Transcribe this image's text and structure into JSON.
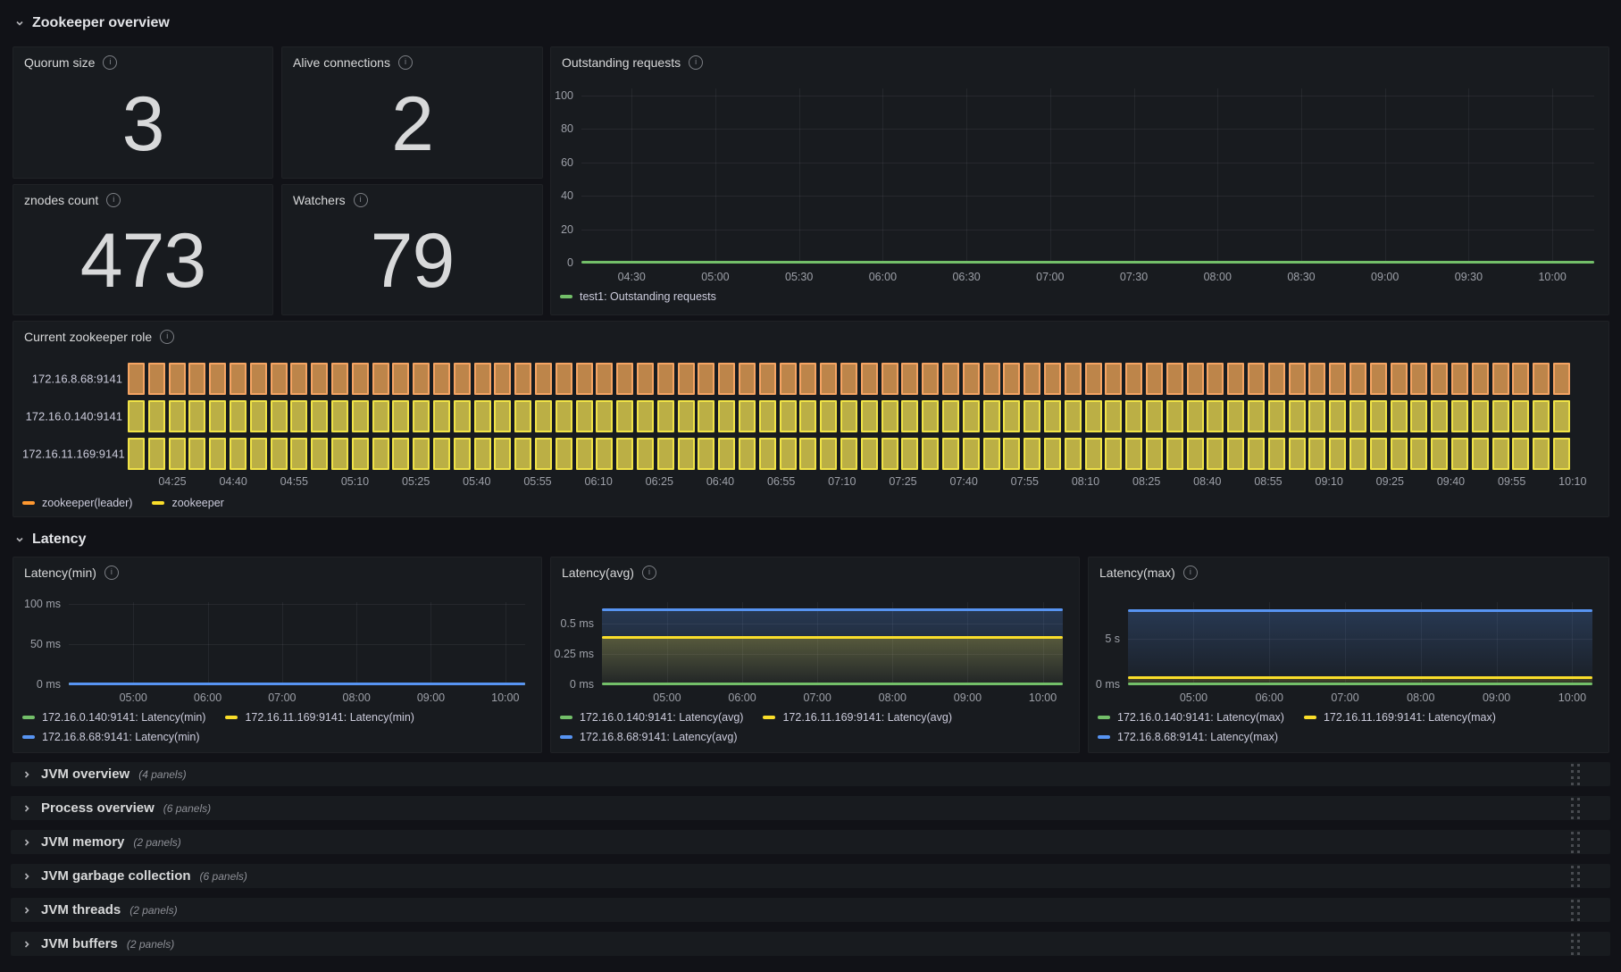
{
  "sections": {
    "overview": {
      "label": "Zookeeper overview"
    },
    "latency": {
      "label": "Latency"
    }
  },
  "stats": [
    {
      "title": "Quorum size",
      "value": "3"
    },
    {
      "title": "Alive connections",
      "value": "2"
    },
    {
      "title": "znodes count",
      "value": "473"
    },
    {
      "title": "Watchers",
      "value": "79"
    }
  ],
  "collapsed_rows": [
    {
      "label": "JVM overview",
      "count": "(4 panels)"
    },
    {
      "label": "Process overview",
      "count": "(6 panels)"
    },
    {
      "label": "JVM memory",
      "count": "(2 panels)"
    },
    {
      "label": "JVM garbage collection",
      "count": "(6 panels)"
    },
    {
      "label": "JVM threads",
      "count": "(2 panels)"
    },
    {
      "label": "JVM buffers",
      "count": "(2 panels)"
    }
  ],
  "colors": {
    "green": "#73BF69",
    "yellow": "#FADE2A",
    "blue": "#5794F2",
    "orange": "#FF9830"
  },
  "chart_data": [
    {
      "id": "outstanding",
      "type": "line",
      "title": "Outstanding requests",
      "ylim": [
        0,
        104
      ],
      "yticks": [
        {
          "v": 0,
          "label": "0"
        },
        {
          "v": 20,
          "label": "20"
        },
        {
          "v": 40,
          "label": "40"
        },
        {
          "v": 60,
          "label": "60"
        },
        {
          "v": 80,
          "label": "80"
        },
        {
          "v": 100,
          "label": "100"
        }
      ],
      "x_start": "04:12",
      "x_end": "10:15",
      "xticks": [
        "04:30",
        "05:00",
        "05:30",
        "06:00",
        "06:30",
        "07:00",
        "07:30",
        "08:00",
        "08:30",
        "09:00",
        "09:30",
        "10:00"
      ],
      "series": [
        {
          "name": "test1: Outstanding requests",
          "color": "#73BF69",
          "value": 0,
          "fill": false
        }
      ],
      "legend_rows": [
        [
          0
        ]
      ]
    },
    {
      "id": "role",
      "type": "state-timeline",
      "title": "Current zookeeper role",
      "x_start": "04:14",
      "x_end": "10:14",
      "xticks": [
        "04:25",
        "04:40",
        "04:55",
        "05:10",
        "05:25",
        "05:40",
        "05:55",
        "06:10",
        "06:25",
        "06:40",
        "06:55",
        "07:10",
        "07:25",
        "07:40",
        "07:55",
        "08:10",
        "08:25",
        "08:40",
        "08:55",
        "09:10",
        "09:25",
        "09:40",
        "09:55",
        "10:10"
      ],
      "rows": [
        {
          "label": "172.16.8.68:9141",
          "state": "leader"
        },
        {
          "label": "172.16.0.140:9141",
          "state": "follower"
        },
        {
          "label": "172.16.11.169:9141",
          "state": "follower"
        }
      ],
      "states": {
        "leader": {
          "label": "zookeeper(leader)",
          "fill": "#BD854A",
          "border": "#F5A463",
          "legend": "#FF9830"
        },
        "follower": {
          "label": "zookeeper",
          "fill": "#BBAF45",
          "border": "#F0E347",
          "legend": "#FADE2A"
        }
      },
      "legend_states": [
        "leader",
        "follower"
      ]
    },
    {
      "id": "latmin",
      "type": "line",
      "title": "Latency(min)",
      "ylim": [
        0,
        102
      ],
      "yticks": [
        {
          "v": 0,
          "label": "0 ms"
        },
        {
          "v": 50,
          "label": "50 ms"
        },
        {
          "v": 100,
          "label": "100 ms"
        }
      ],
      "x_start": "04:08",
      "x_end": "10:16",
      "xticks": [
        "05:00",
        "06:00",
        "07:00",
        "08:00",
        "09:00",
        "10:00"
      ],
      "series": [
        {
          "name": "172.16.0.140:9141: Latency(min)",
          "color": "#73BF69",
          "value": 0.5,
          "fill": false
        },
        {
          "name": "172.16.11.169:9141: Latency(min)",
          "color": "#FADE2A",
          "value": 0.5,
          "fill": false
        },
        {
          "name": "172.16.8.68:9141: Latency(min)",
          "color": "#5794F2",
          "value": 0.5,
          "fill": false
        }
      ],
      "legend_rows": [
        [
          0,
          1
        ],
        [
          2
        ]
      ]
    },
    {
      "id": "latavg",
      "type": "line",
      "title": "Latency(avg)",
      "ylim": [
        0,
        0.68
      ],
      "yticks": [
        {
          "v": 0,
          "label": "0 ms"
        },
        {
          "v": 0.25,
          "label": "0.25 ms"
        },
        {
          "v": 0.5,
          "label": "0.5 ms"
        }
      ],
      "x_start": "04:08",
      "x_end": "10:16",
      "xticks": [
        "05:00",
        "06:00",
        "07:00",
        "08:00",
        "09:00",
        "10:00"
      ],
      "series": [
        {
          "name": "172.16.0.140:9141: Latency(avg)",
          "color": "#73BF69",
          "value": 0.005,
          "fill": false
        },
        {
          "name": "172.16.11.169:9141: Latency(avg)",
          "color": "#FADE2A",
          "value": 0.39,
          "fill": true
        },
        {
          "name": "172.16.8.68:9141: Latency(avg)",
          "color": "#5794F2",
          "value": 0.62,
          "fill": true
        }
      ],
      "legend_rows": [
        [
          0,
          1
        ],
        [
          2
        ]
      ]
    },
    {
      "id": "latmax",
      "type": "line",
      "title": "Latency(max)",
      "ylim": [
        0,
        9
      ],
      "yticks": [
        {
          "v": 0,
          "label": "0 ms"
        },
        {
          "v": 5,
          "label": "5 s"
        }
      ],
      "x_start": "04:08",
      "x_end": "10:16",
      "xticks": [
        "05:00",
        "06:00",
        "07:00",
        "08:00",
        "09:00",
        "10:00"
      ],
      "series": [
        {
          "name": "172.16.0.140:9141: Latency(max)",
          "color": "#73BF69",
          "value": 0.07,
          "fill": false
        },
        {
          "name": "172.16.11.169:9141: Latency(max)",
          "color": "#FADE2A",
          "value": 0.77,
          "fill": true
        },
        {
          "name": "172.16.8.68:9141: Latency(max)",
          "color": "#5794F2",
          "value": 8.1,
          "fill": true
        }
      ],
      "legend_rows": [
        [
          0,
          1
        ],
        [
          2
        ]
      ]
    }
  ]
}
